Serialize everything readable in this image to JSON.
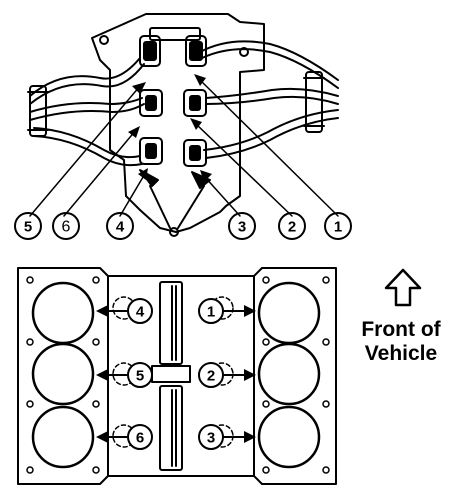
{
  "coil_callouts": [
    "5",
    "6",
    "4",
    "3",
    "2",
    "1"
  ],
  "cylinder_labels": [
    "4",
    "5",
    "6",
    "1",
    "2",
    "3"
  ],
  "front_label": {
    "line1": "Front of",
    "line2": "Vehicle"
  },
  "icons": {
    "arrow": "arrow-up-icon"
  },
  "colors": {
    "ink": "#000000",
    "paper": "#ffffff"
  }
}
